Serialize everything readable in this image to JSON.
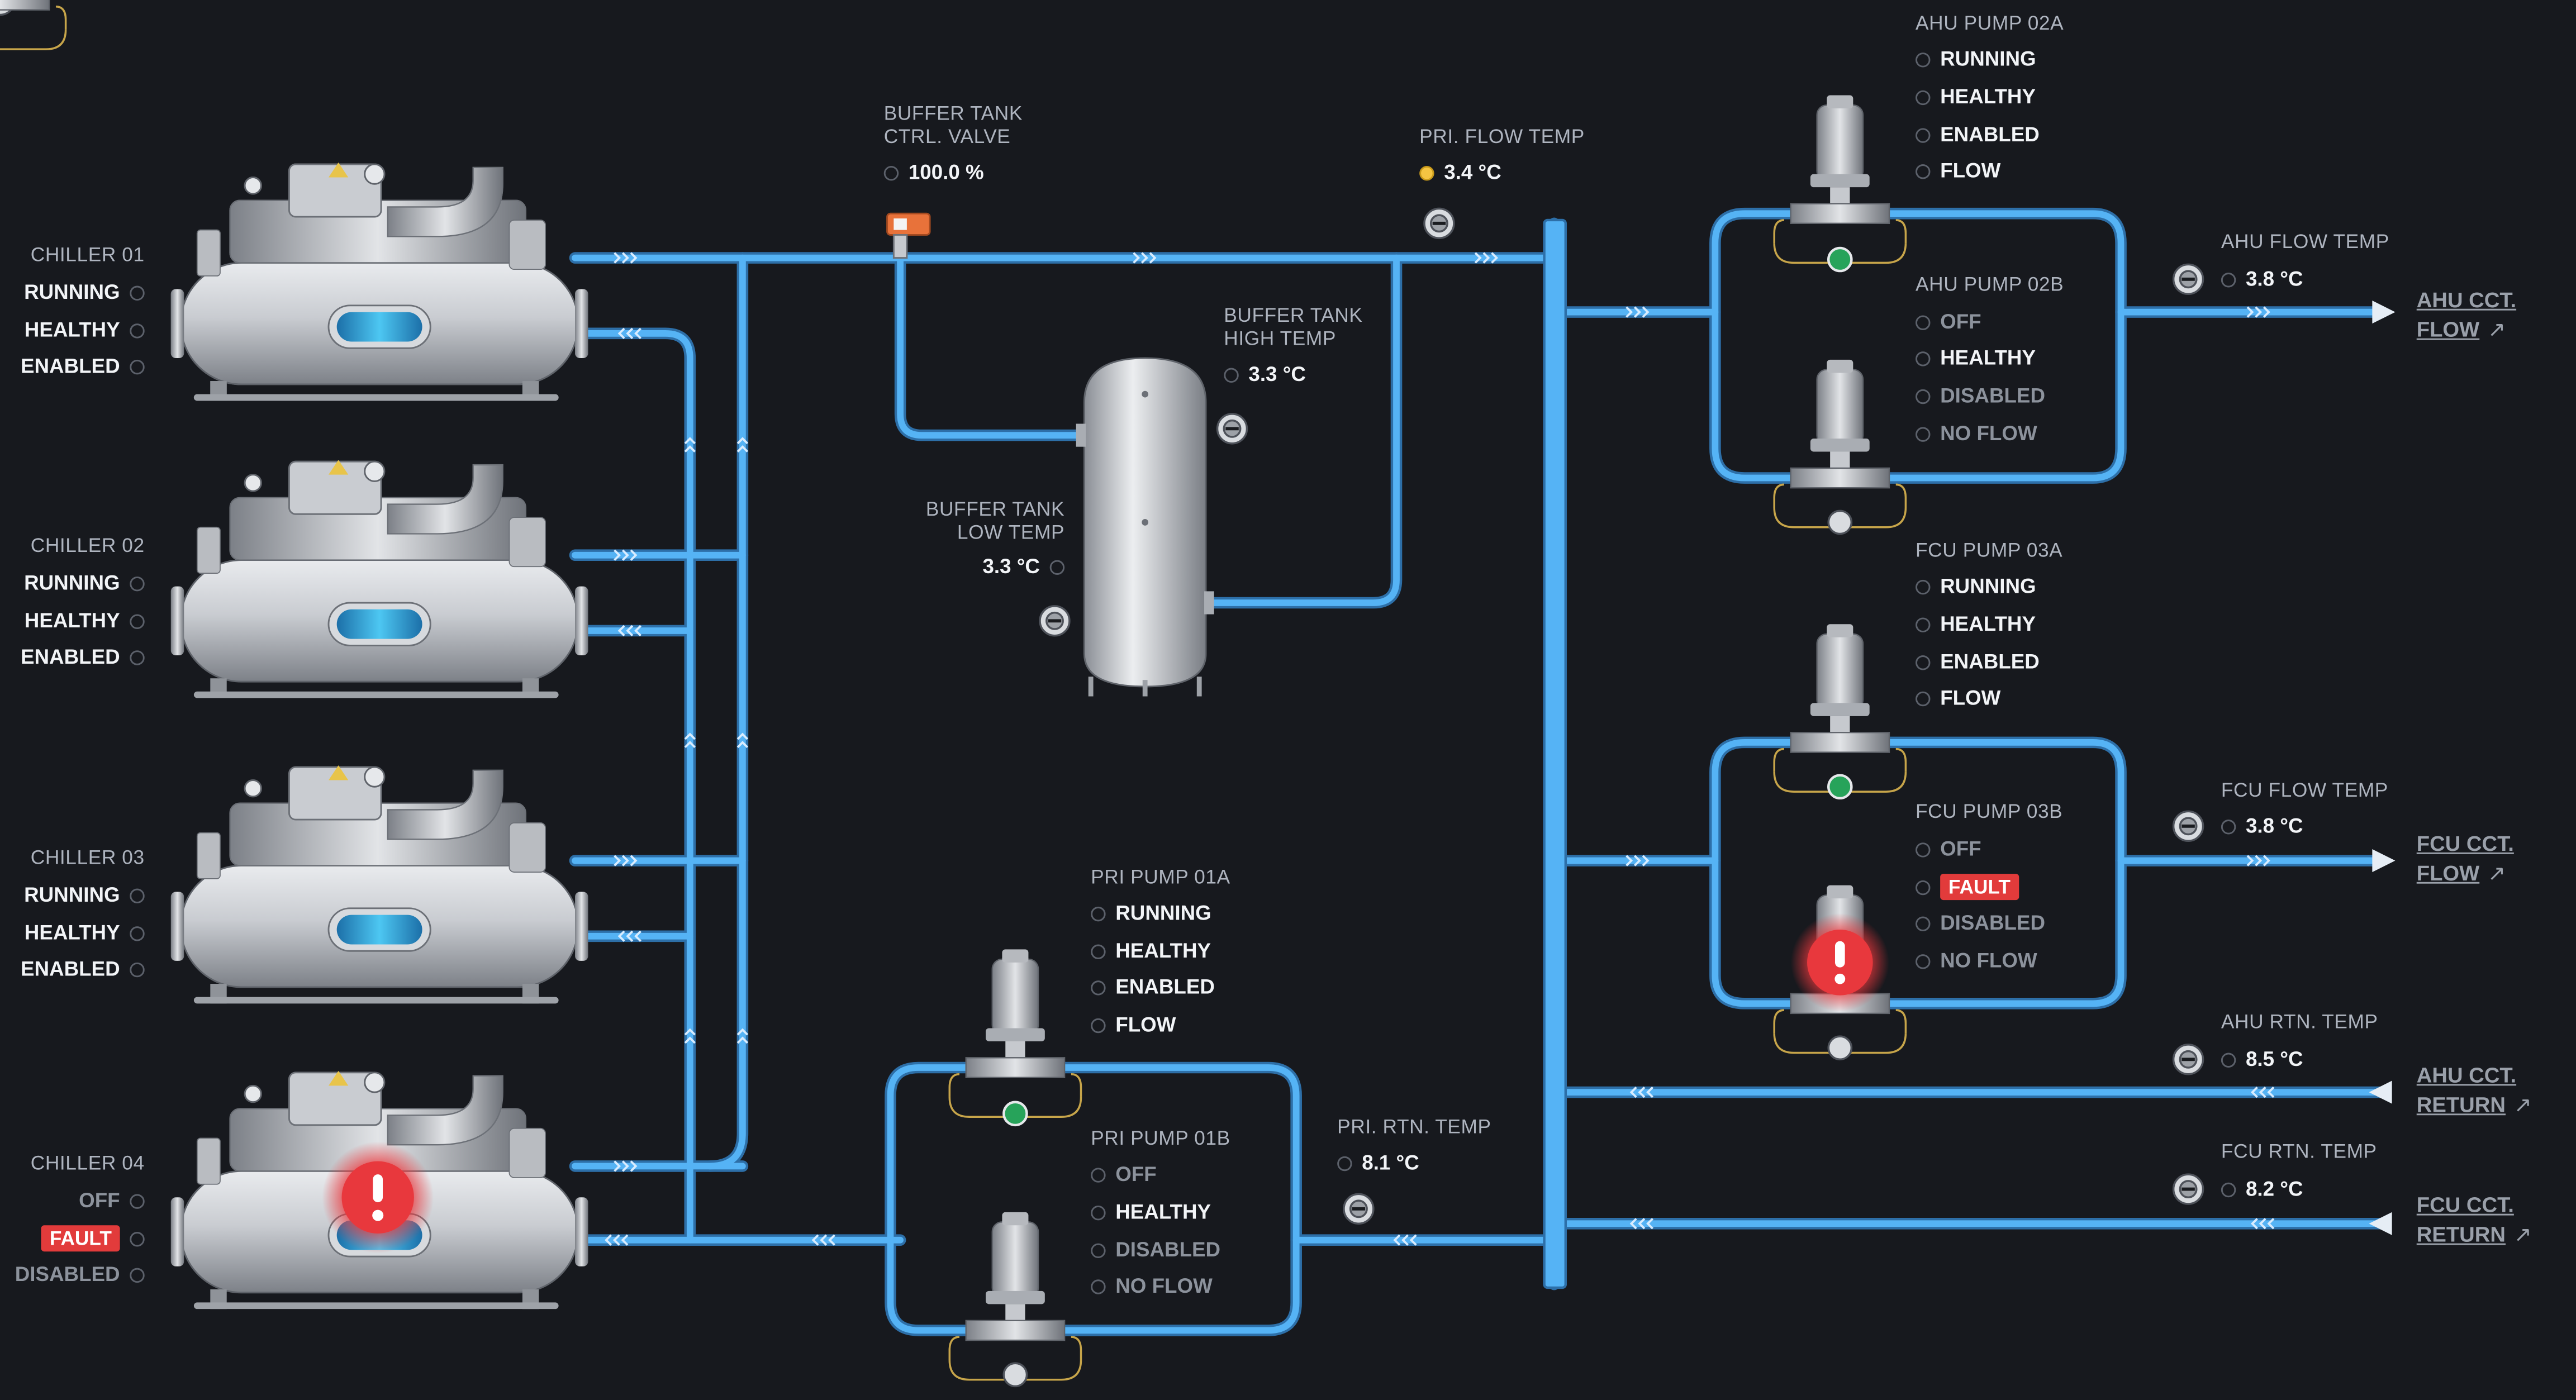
{
  "chillers": [
    {
      "name": "CHILLER 01",
      "status": [
        {
          "text": "RUNNING"
        },
        {
          "text": "HEALTHY"
        },
        {
          "text": "ENABLED"
        }
      ]
    },
    {
      "name": "CHILLER 02",
      "status": [
        {
          "text": "RUNNING"
        },
        {
          "text": "HEALTHY"
        },
        {
          "text": "ENABLED"
        }
      ]
    },
    {
      "name": "CHILLER 03",
      "status": [
        {
          "text": "RUNNING"
        },
        {
          "text": "HEALTHY"
        },
        {
          "text": "ENABLED"
        }
      ]
    },
    {
      "name": "CHILLER 04",
      "status": [
        {
          "text": "OFF"
        },
        {
          "text": "FAULT"
        },
        {
          "text": "DISABLED"
        }
      ]
    }
  ],
  "buffer_valve": {
    "label_line1": "BUFFER TANK",
    "label_line2": "CTRL. VALVE",
    "value": "100.0 %"
  },
  "pri_flow_temp": {
    "label": "PRI. FLOW TEMP",
    "value": "3.4 °C"
  },
  "buffer_high_temp": {
    "label_line1": "BUFFER TANK",
    "label_line2": "HIGH TEMP",
    "value": "3.3 °C"
  },
  "buffer_low_temp": {
    "label_line1": "BUFFER TANK",
    "label_line2": "LOW TEMP",
    "value": "3.3 °C"
  },
  "pri_pump_01a": {
    "name": "PRI PUMP 01A",
    "status": [
      "RUNNING",
      "HEALTHY",
      "ENABLED",
      "FLOW"
    ]
  },
  "pri_pump_01b": {
    "name": "PRI PUMP 01B",
    "status": [
      "OFF",
      "HEALTHY",
      "DISABLED",
      "NO FLOW"
    ]
  },
  "pri_rtn_temp": {
    "label": "PRI. RTN. TEMP",
    "value": "8.1 °C"
  },
  "ahu_pump_02a": {
    "name": "AHU PUMP 02A",
    "status": [
      "RUNNING",
      "HEALTHY",
      "ENABLED",
      "FLOW"
    ]
  },
  "ahu_pump_02b": {
    "name": "AHU PUMP 02B",
    "status": [
      "OFF",
      "HEALTHY",
      "DISABLED",
      "NO FLOW"
    ]
  },
  "fcu_pump_03a": {
    "name": "FCU PUMP 03A",
    "status": [
      "RUNNING",
      "HEALTHY",
      "ENABLED",
      "FLOW"
    ]
  },
  "fcu_pump_03b": {
    "name": "FCU PUMP 03B",
    "status": [
      "OFF",
      "FAULT",
      "DISABLED",
      "NO FLOW"
    ]
  },
  "ahu_flow_temp": {
    "label": "AHU FLOW TEMP",
    "value": "3.8 °C"
  },
  "fcu_flow_temp": {
    "label": "FCU FLOW TEMP",
    "value": "3.8 °C"
  },
  "ahu_rtn_temp": {
    "label": "AHU RTN. TEMP",
    "value": "8.5 °C"
  },
  "fcu_rtn_temp": {
    "label": "FCU RTN. TEMP",
    "value": "8.2 °C"
  },
  "links": {
    "ahu_flow": {
      "line1": "AHU CCT.",
      "line2": "FLOW"
    },
    "fcu_flow": {
      "line1": "FCU CCT.",
      "line2": "FLOW"
    },
    "ahu_return": {
      "line1": "AHU CCT.",
      "line2": "RETURN"
    },
    "fcu_return": {
      "line1": "FCU CCT.",
      "line2": "RETURN"
    },
    "arrow_glyph": "↗"
  },
  "colors": {
    "pipe": "#4aa8ee",
    "fault": "#e23b3b",
    "background": "#17191e",
    "active_dot": "#f5c542",
    "ok_green": "#27a35a"
  },
  "icons": {
    "valve": "valve-actuator-icon",
    "sensor": "temperature-sensor-icon",
    "alarm": "alarm-exclamation-icon",
    "check": "pump-check-icon"
  }
}
